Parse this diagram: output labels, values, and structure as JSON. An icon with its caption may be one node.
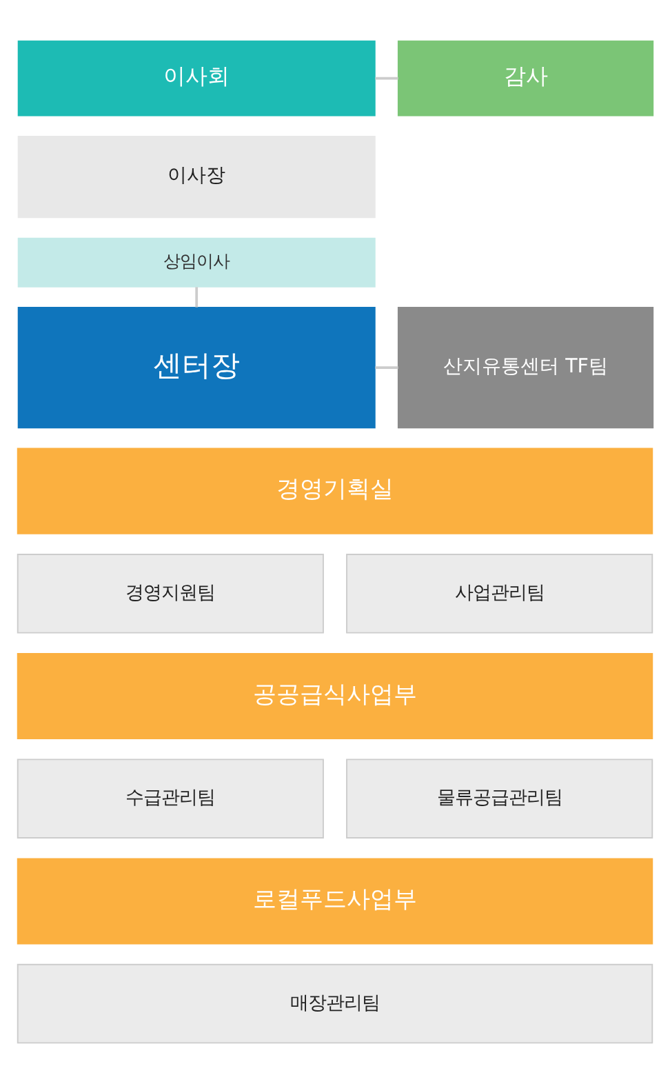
{
  "diagram": {
    "nodes": [
      {
        "text": [
          "이사회"
        ]
      },
      {
        "text": [
          "감사"
        ]
      },
      {
        "text": [
          "이사장"
        ]
      },
      {
        "text": [
          "상임이사"
        ]
      },
      {
        "text": [
          "센터장"
        ]
      },
      {
        "text": [
          "산지유통센터 TF팀"
        ]
      },
      {
        "text": [
          "경영기획실"
        ]
      },
      {
        "text": [
          "경영지원팀"
        ]
      },
      {
        "text": [
          "사업관리팀"
        ]
      },
      {
        "text": [
          "공공급식사업부"
        ]
      },
      {
        "text": [
          "수급관리팀"
        ]
      },
      {
        "text": [
          "물류공급관리팀"
        ]
      },
      {
        "text": [
          "로컬푸드사업부"
        ]
      },
      {
        "text": [
          "매장관리팀"
        ]
      }
    ],
    "edges": [
      {
        "from": 0,
        "to": 1,
        "arrow": "none"
      },
      {
        "from": 3,
        "to": 4,
        "arrow": "none"
      },
      {
        "from": 4,
        "to": 5,
        "arrow": "none"
      }
    ]
  }
}
